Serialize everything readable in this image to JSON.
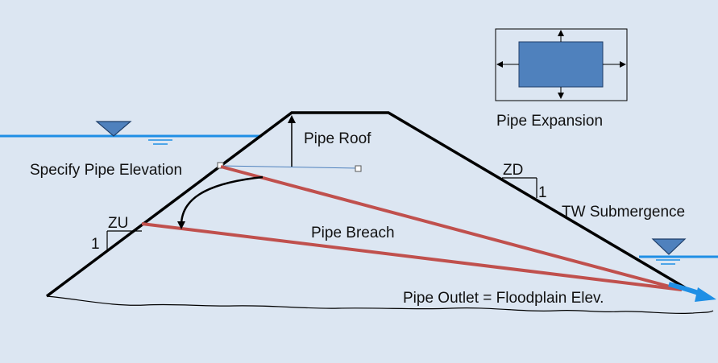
{
  "labels": {
    "pipe_roof": "Pipe Roof",
    "specify_pipe_elevation": "Specify Pipe Elevation",
    "zd": "ZD",
    "zd_slope": "1",
    "zu": "ZU",
    "zu_slope": "1",
    "tw_submergence": "TW Submergence",
    "pipe_breach": "Pipe Breach",
    "pipe_outlet": "Pipe Outlet = Floodplain Elev.",
    "pipe_expansion": "Pipe Expansion"
  },
  "colors": {
    "background": "#dce6f2",
    "water": "#1f8fe5",
    "breach": "#c0504d",
    "pipe_box": "#4f81bd",
    "outlet_arrow": "#1f8fe5",
    "levee": "#000000"
  },
  "icons": {
    "headwater_marker": "water-level-triangle-icon",
    "tailwater_marker": "water-level-triangle-icon",
    "expansion_arrows": "four-way-arrow-icon"
  }
}
